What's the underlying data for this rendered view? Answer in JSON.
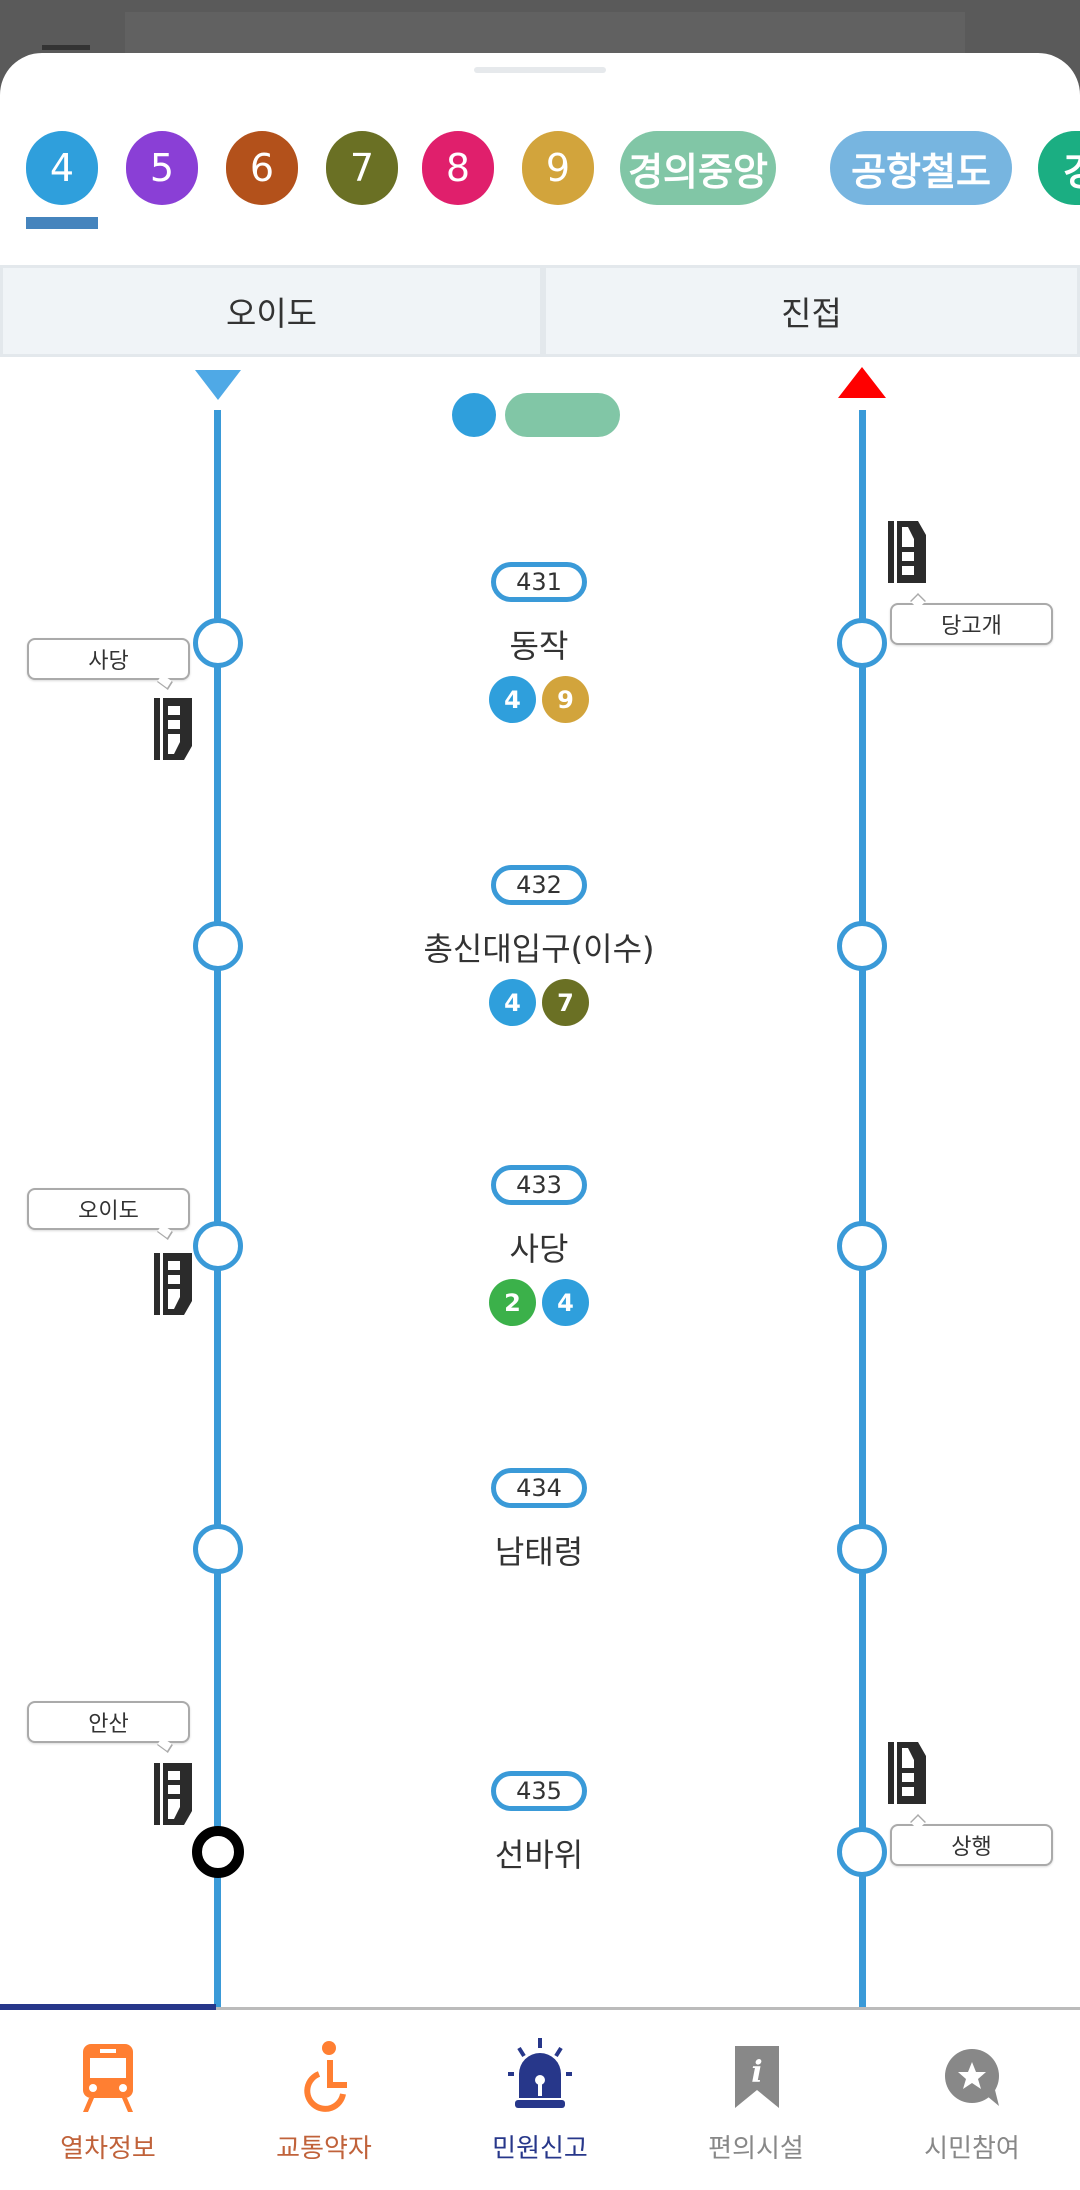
{
  "lines": [
    {
      "label": "4",
      "color": "#2f9fdc"
    },
    {
      "label": "5",
      "color": "#8a3fd6"
    },
    {
      "label": "6",
      "color": "#b3511b"
    },
    {
      "label": "7",
      "color": "#6a7024"
    },
    {
      "label": "8",
      "color": "#e01f6c"
    },
    {
      "label": "9",
      "color": "#d2a43c"
    },
    {
      "label": "경의중앙",
      "color": "#81c6a6"
    },
    {
      "label": "공항철도",
      "color": "#77b5e0"
    },
    {
      "label": "경춘",
      "color": "#1bae82"
    }
  ],
  "selected_line": "4",
  "directions": {
    "down": "오이도",
    "up": "진접"
  },
  "colors": {
    "line": "#3a9ad8",
    "down_arrow": "#4fa9e6",
    "up_arrow": "#ff0000"
  },
  "stations": [
    {
      "number": "431",
      "name": "동작",
      "transfers": [
        "4",
        "9"
      ]
    },
    {
      "number": "432",
      "name": "총신대입구(이수)",
      "transfers": [
        "4",
        "7"
      ]
    },
    {
      "number": "433",
      "name": "사당",
      "transfers": [
        "2",
        "4"
      ]
    },
    {
      "number": "434",
      "name": "남태령",
      "transfers": []
    },
    {
      "number": "435",
      "name": "선바위",
      "transfers": []
    }
  ],
  "transfer_colors": {
    "2": "#3bb14a",
    "4": "#2f9fdc",
    "7": "#6a7024",
    "9": "#d2a43c"
  },
  "trains": {
    "down": [
      {
        "dest": "사당"
      },
      {
        "dest": "오이도"
      },
      {
        "dest": "안산"
      }
    ],
    "up": [
      {
        "dest": "당고개"
      },
      {
        "dest": "상행"
      }
    ]
  },
  "nav": [
    {
      "label": "열차정보",
      "icon": "train-icon",
      "color": "#ff7f32",
      "text_color": "#c0623a"
    },
    {
      "label": "교통약자",
      "icon": "wheelchair-icon",
      "color": "#ff7f32",
      "text_color": "#c0623a"
    },
    {
      "label": "민원신고",
      "icon": "siren-icon",
      "color": "#27378a",
      "text_color": "#27378a"
    },
    {
      "label": "편의시설",
      "icon": "info-bookmark-icon",
      "color": "#888888",
      "text_color": "#888888"
    },
    {
      "label": "시민참여",
      "icon": "star-chat-icon",
      "color": "#888888",
      "text_color": "#888888"
    }
  ]
}
